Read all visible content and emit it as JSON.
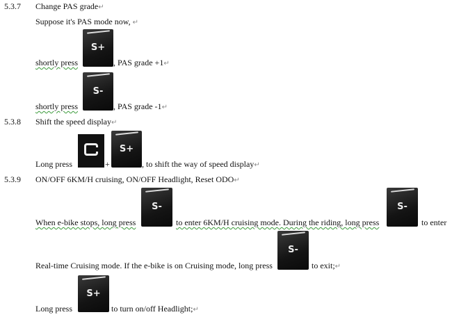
{
  "s537": {
    "num": "5.3.7",
    "title": "Change PAS grade",
    "intro": "Suppose it's PAS mode now,",
    "press1": "shortly press",
    "after1": ", PAS grade +1",
    "press2": "shortly press",
    "after2": ", PAS grade -1"
  },
  "s538": {
    "num": "5.3.8",
    "title": "Shift the speed display",
    "press": "Long press",
    "plus": "+",
    "after": ", to shift the way of speed display"
  },
  "s539": {
    "num": "5.3.9",
    "title": "ON/OFF 6KM/H cruising, ON/OFF Headlight, Reset ODO",
    "l1a": "When e-bike stops, long press",
    "l1b": "to enter 6KM/H cruising mode. During the riding, long press",
    "l1c": "to enter",
    "l2a": "Real-time Cruising mode. If the e-bike is on Cruising mode, long press",
    "l2b": "to exit;",
    "l3a": "Long press",
    "l3b": "to turn on/off Headlight;"
  },
  "buttons": {
    "s_plus": "S+",
    "s_minus": "S-"
  },
  "para_mark": "↵"
}
